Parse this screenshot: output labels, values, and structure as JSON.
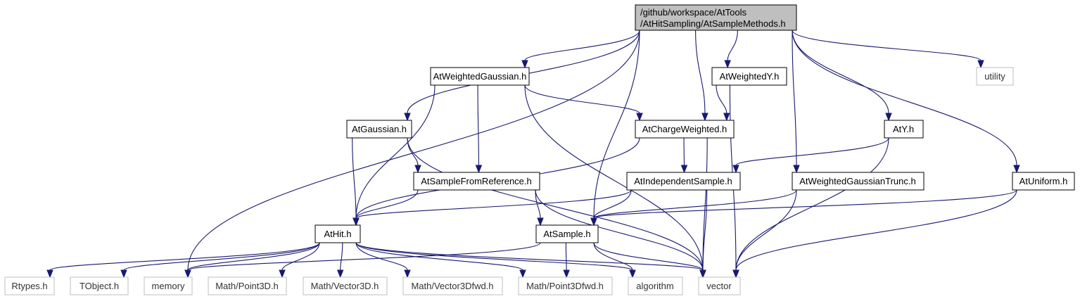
{
  "root": {
    "line1": "/github/workspace/AtTools",
    "line2": "/AtHitSampling/AtSampleMethods.h"
  },
  "nodes": {
    "AtWeightedGaussian": "AtWeightedGaussian.h",
    "AtWeightedY": "AtWeightedY.h",
    "utility": "utility",
    "AtGaussian": "AtGaussian.h",
    "AtChargeWeighted": "AtChargeWeighted.h",
    "AtY": "AtY.h",
    "AtSampleFromReference": "AtSampleFromReference.h",
    "AtIndependentSample": "AtIndependentSample.h",
    "AtWeightedGaussianTrunc": "AtWeightedGaussianTrunc.h",
    "AtUniform": "AtUniform.h",
    "AtHit": "AtHit.h",
    "AtSample": "AtSample.h",
    "Rtypes": "Rtypes.h",
    "TObject": "TObject.h",
    "memory": "memory",
    "Point3D": "Math/Point3D.h",
    "Vector3D": "Math/Vector3D.h",
    "Vector3Dfwd": "Math/Vector3Dfwd.h",
    "Point3Dfwd": "Math/Point3Dfwd.h",
    "algorithm": "algorithm",
    "vector": "vector"
  },
  "external_nodes": [
    "utility",
    "Rtypes",
    "TObject",
    "memory",
    "Point3D",
    "Vector3D",
    "Vector3Dfwd",
    "Point3Dfwd",
    "algorithm",
    "vector"
  ],
  "edges": [
    [
      "root",
      "AtWeightedGaussian"
    ],
    [
      "root",
      "AtWeightedY"
    ],
    [
      "root",
      "utility"
    ],
    [
      "root",
      "AtGaussian"
    ],
    [
      "root",
      "AtChargeWeighted"
    ],
    [
      "root",
      "AtY"
    ],
    [
      "root",
      "AtWeightedGaussianTrunc"
    ],
    [
      "root",
      "AtUniform"
    ],
    [
      "root",
      "AtSample"
    ],
    [
      "root",
      "memory"
    ],
    [
      "AtWeightedGaussian",
      "AtChargeWeighted"
    ],
    [
      "AtWeightedGaussian",
      "AtSampleFromReference"
    ],
    [
      "AtWeightedGaussian",
      "AtHit"
    ],
    [
      "AtWeightedGaussian",
      "vector"
    ],
    [
      "AtWeightedY",
      "AtChargeWeighted"
    ],
    [
      "AtWeightedY",
      "vector"
    ],
    [
      "AtGaussian",
      "AtSampleFromReference"
    ],
    [
      "AtGaussian",
      "AtHit"
    ],
    [
      "AtGaussian",
      "vector"
    ],
    [
      "AtChargeWeighted",
      "AtIndependentSample"
    ],
    [
      "AtChargeWeighted",
      "AtHit"
    ],
    [
      "AtChargeWeighted",
      "vector"
    ],
    [
      "AtY",
      "AtIndependentSample"
    ],
    [
      "AtY",
      "vector"
    ],
    [
      "AtSampleFromReference",
      "AtHit"
    ],
    [
      "AtSampleFromReference",
      "AtSample"
    ],
    [
      "AtSampleFromReference",
      "vector"
    ],
    [
      "AtIndependentSample",
      "AtHit"
    ],
    [
      "AtIndependentSample",
      "AtSample"
    ],
    [
      "AtIndependentSample",
      "vector"
    ],
    [
      "AtWeightedGaussianTrunc",
      "AtSample"
    ],
    [
      "AtWeightedGaussianTrunc",
      "vector"
    ],
    [
      "AtUniform",
      "AtSample"
    ],
    [
      "AtUniform",
      "vector"
    ],
    [
      "AtHit",
      "Rtypes"
    ],
    [
      "AtHit",
      "TObject"
    ],
    [
      "AtHit",
      "memory"
    ],
    [
      "AtHit",
      "Point3D"
    ],
    [
      "AtHit",
      "Vector3D"
    ],
    [
      "AtHit",
      "Vector3Dfwd"
    ],
    [
      "AtHit",
      "Point3Dfwd"
    ],
    [
      "AtHit",
      "algorithm"
    ],
    [
      "AtHit",
      "vector"
    ],
    [
      "AtSample",
      "memory"
    ],
    [
      "AtSample",
      "Point3Dfwd"
    ],
    [
      "AtSample",
      "algorithm"
    ],
    [
      "AtSample",
      "vector"
    ]
  ],
  "colors": {
    "edge": "#191970",
    "root_fill": "#bfbfbf",
    "node_border": "#000000",
    "external_border": "#bfbfbf",
    "background": "#ffffff"
  }
}
